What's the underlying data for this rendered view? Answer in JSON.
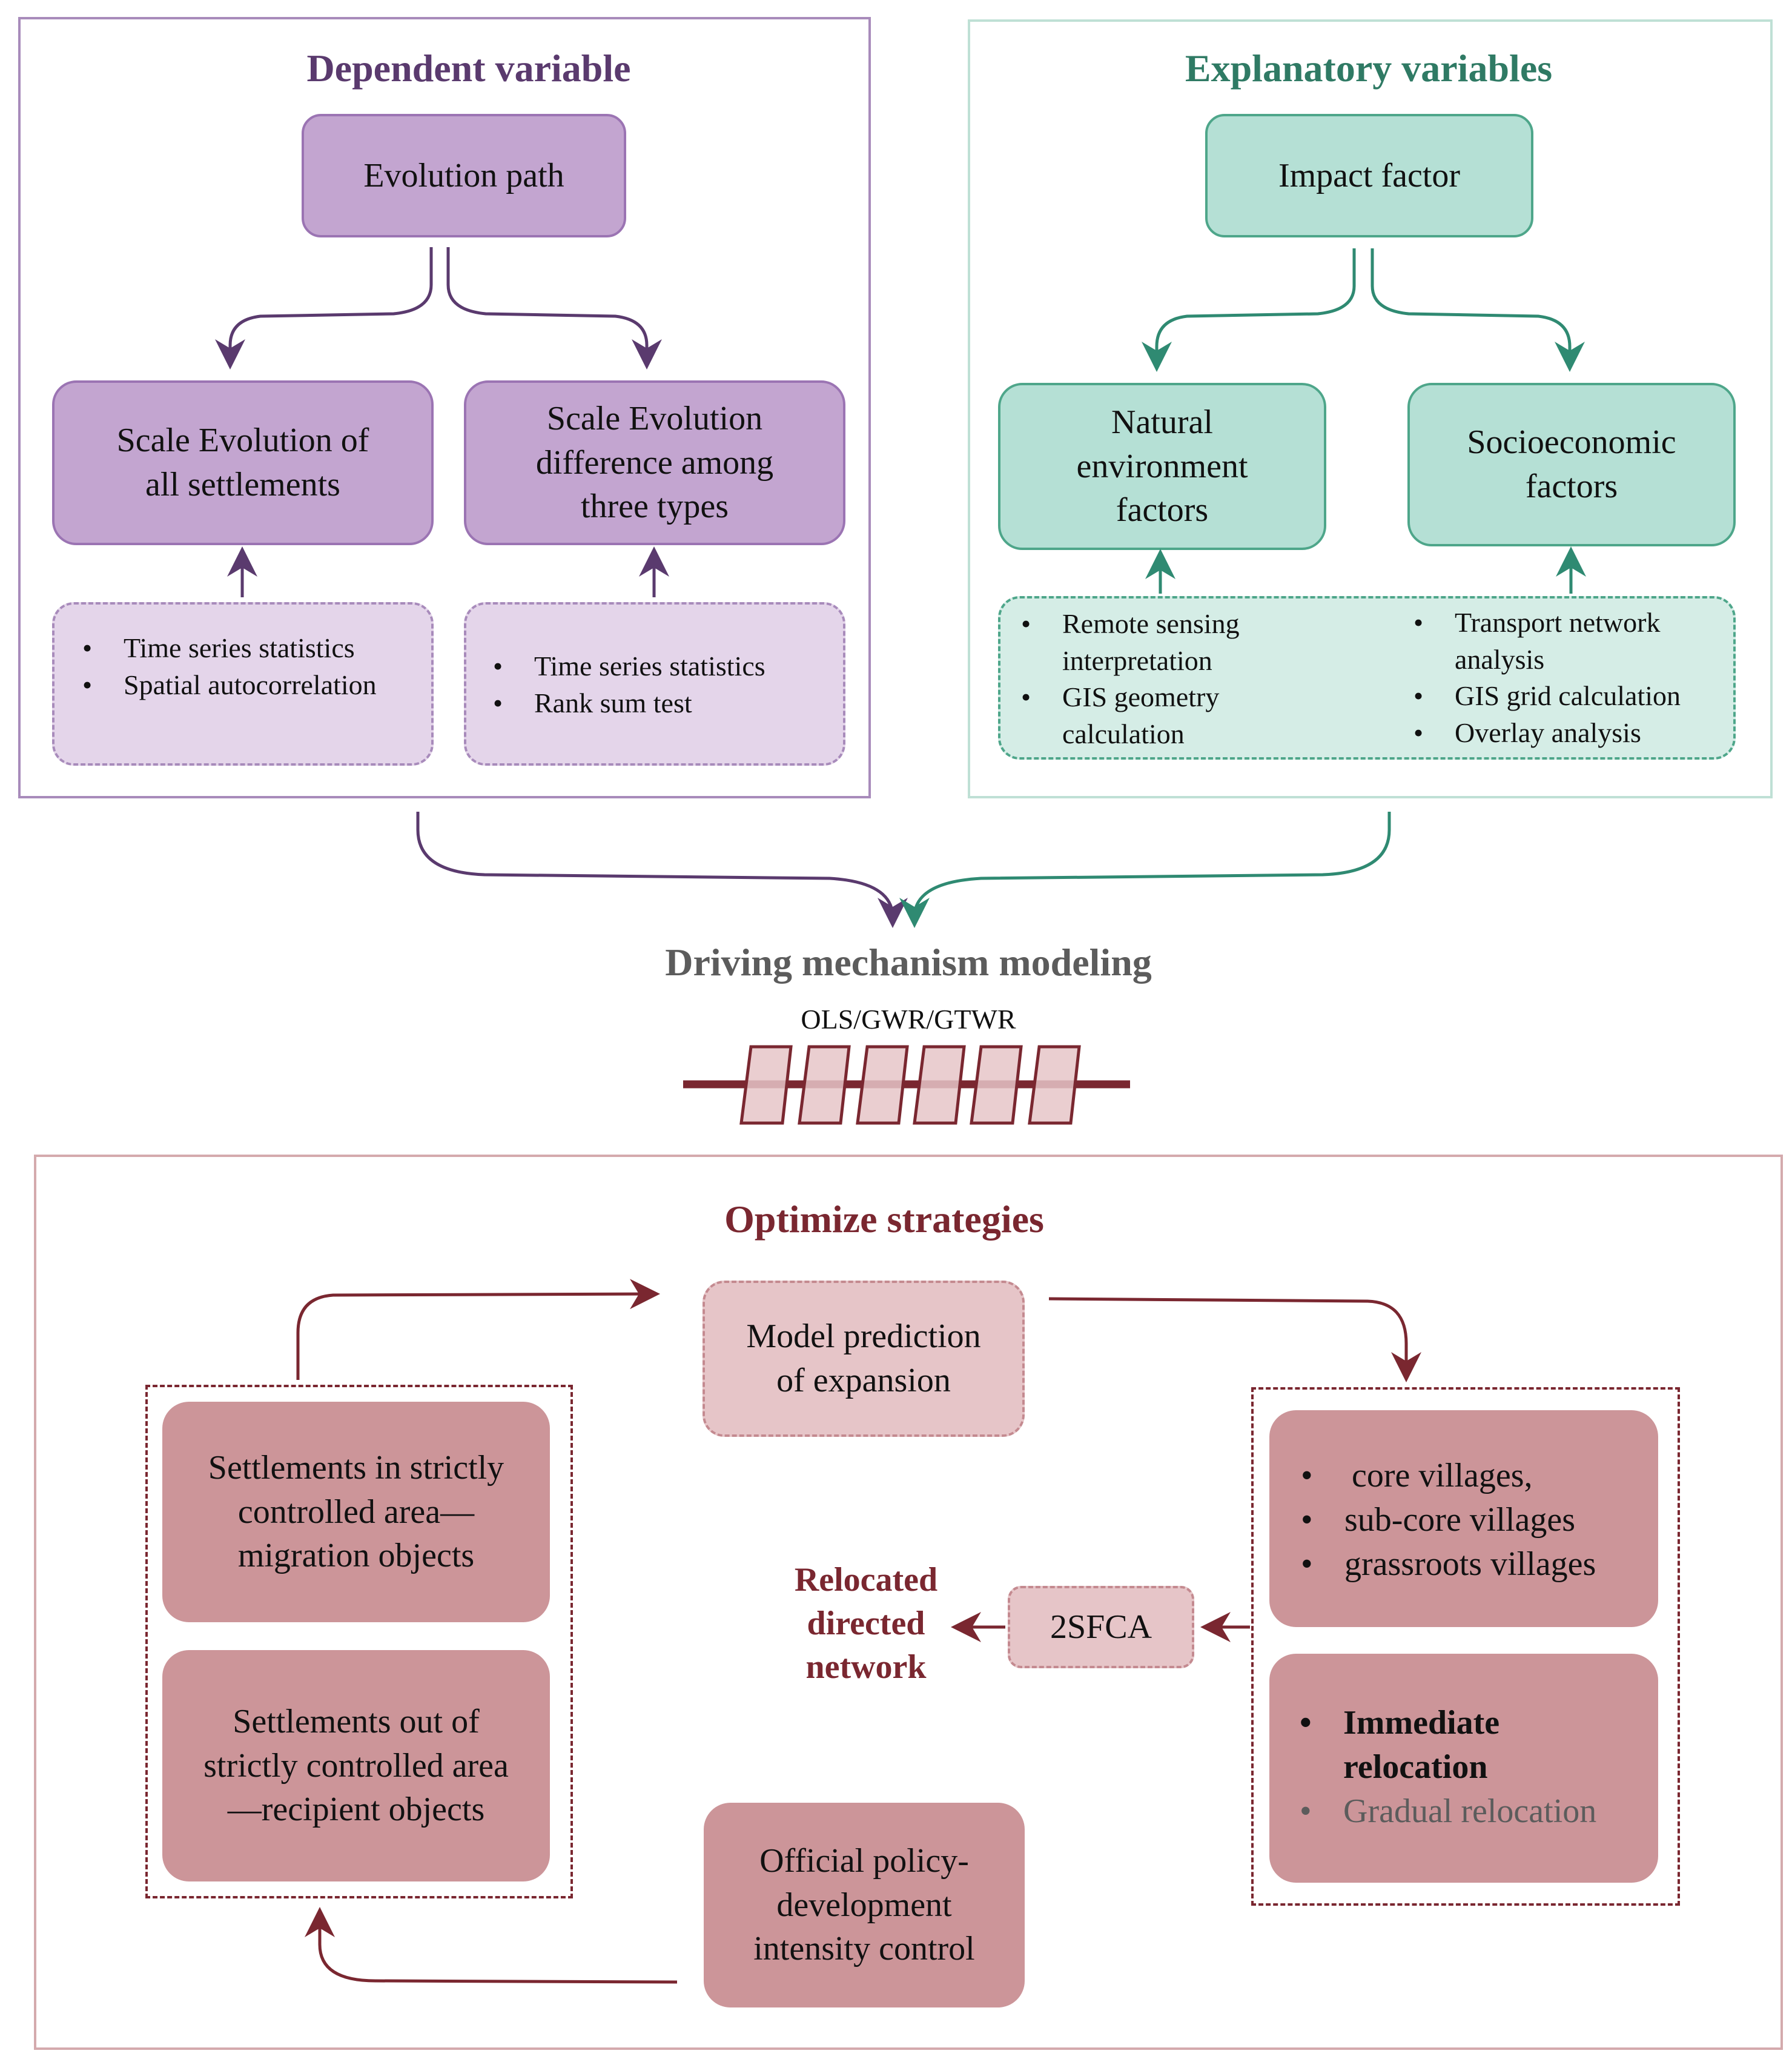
{
  "colors": {
    "purple_dark": "#5a3a6e",
    "purple_box": "#c3a5d0",
    "purple_light": "#e4d5ea",
    "teal_dark": "#2f7a64",
    "teal_box": "#b5e0d5",
    "teal_light": "#d5ede6",
    "maroon": "#7a2730",
    "rose_box": "#cc9599",
    "rose_light": "#e6c5c8",
    "gray_text": "#5c5c5c"
  },
  "dependent": {
    "title": "Dependent variable",
    "evolution_path": "Evolution path",
    "scale_all": "Scale Evolution of all settlements",
    "scale_diff": "Scale Evolution difference among three types",
    "methods_left": [
      "Time series statistics",
      "Spatial autocorrelation"
    ],
    "methods_right": [
      "Time series statistics",
      "Rank sum test"
    ]
  },
  "explanatory": {
    "title": "Explanatory variables",
    "impact_factor": "Impact factor",
    "natural": "Natural environment factors",
    "socio": "Socioeconomic factors",
    "methods_left": [
      "Remote sensing interpretation",
      "GIS geometry calculation"
    ],
    "methods_right": [
      "Transport network analysis",
      "GIS grid calculation",
      "Overlay analysis"
    ]
  },
  "driving": {
    "title": "Driving mechanism modeling",
    "models": "OLS/GWR/GTWR"
  },
  "optimize": {
    "title": "Optimize strategies",
    "model_prediction": "Model prediction of expansion",
    "settlements_in": "Settlements in strictly controlled area—migration objects",
    "settlements_out": "Settlements out of strictly controlled area—recipient objects",
    "village_types": [
      "core villages,",
      "sub-core villages",
      "grassroots villages"
    ],
    "relocation": [
      "Immediate relocation",
      "Gradual relocation"
    ],
    "relocated_network": "Relocated directed network",
    "sfca": "2SFCA",
    "policy": "Official policy-development intensity control"
  }
}
